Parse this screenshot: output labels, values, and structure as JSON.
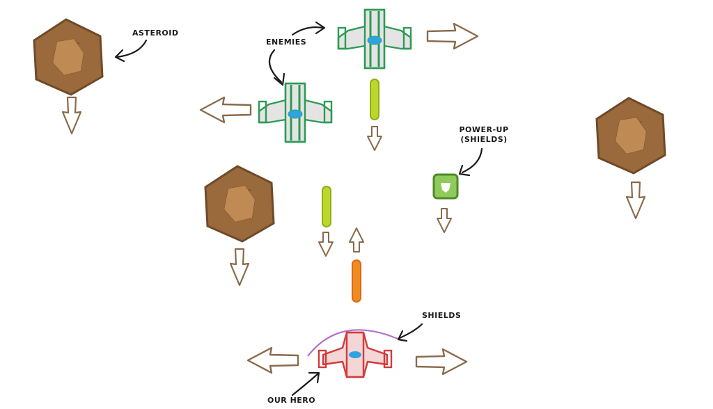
{
  "labels": {
    "asteroid": "ASTEROID",
    "enemies": "ENEMIES",
    "power_up_line1": "POWER-UP",
    "power_up_line2": "(SHIELDS)",
    "shields": "SHIELDS",
    "our_hero": "OUR HERO"
  },
  "colors": {
    "asteroid_fill": "#9a6a3c",
    "asteroid_stroke": "#6f4a28",
    "asteroid_core": "#c08a55",
    "enemy_stroke": "#2e9a55",
    "enemy_wing": "#d9d9d9",
    "cockpit": "#2fa3e0",
    "hero_stroke": "#d33a3a",
    "shield_arc": "#b070c8",
    "enemy_laser": "#bcd72a",
    "hero_laser": "#f28a22",
    "powerup": "#6db33f",
    "arrow": "#8a6a4a"
  }
}
